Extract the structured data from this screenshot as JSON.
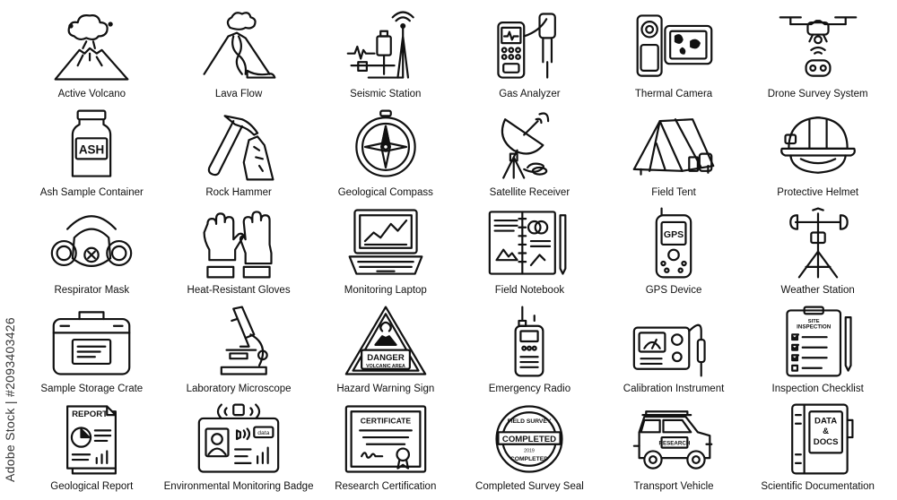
{
  "side_text": "Adobe Stock | #2093403426",
  "stroke_color": "#111111",
  "items": [
    {
      "label": "Active Volcano",
      "icon": "volcano-icon"
    },
    {
      "label": "Lava Flow",
      "icon": "lava-flow-icon"
    },
    {
      "label": "Seismic Station",
      "icon": "seismic-station-icon"
    },
    {
      "label": "Gas Analyzer",
      "icon": "gas-analyzer-icon"
    },
    {
      "label": "Thermal Camera",
      "icon": "thermal-camera-icon"
    },
    {
      "label": "Drone Survey System",
      "icon": "drone-icon"
    },
    {
      "label": "Ash Sample Container",
      "icon": "ash-jar-icon",
      "text": "ASH"
    },
    {
      "label": "Rock Hammer",
      "icon": "rock-hammer-icon"
    },
    {
      "label": "Geological Compass",
      "icon": "compass-icon"
    },
    {
      "label": "Satellite Receiver",
      "icon": "satellite-dish-icon"
    },
    {
      "label": "Field Tent",
      "icon": "tent-icon"
    },
    {
      "label": "Protective Helmet",
      "icon": "helmet-icon"
    },
    {
      "label": "Respirator Mask",
      "icon": "respirator-icon"
    },
    {
      "label": "Heat-Resistant Gloves",
      "icon": "gloves-icon"
    },
    {
      "label": "Monitoring Laptop",
      "icon": "laptop-icon"
    },
    {
      "label": "Field Notebook",
      "icon": "notebook-icon"
    },
    {
      "label": "GPS Device",
      "icon": "gps-icon",
      "text": "GPS"
    },
    {
      "label": "Weather Station",
      "icon": "weather-station-icon"
    },
    {
      "label": "Sample Storage Crate",
      "icon": "crate-icon"
    },
    {
      "label": "Laboratory Microscope",
      "icon": "microscope-icon"
    },
    {
      "label": "Hazard Warning Sign",
      "icon": "warning-sign-icon",
      "text": "DANGER",
      "subtext": "VOLCANIC AREA"
    },
    {
      "label": "Emergency Radio",
      "icon": "radio-icon"
    },
    {
      "label": "Calibration Instrument",
      "icon": "calibration-icon"
    },
    {
      "label": "Inspection Checklist",
      "icon": "checklist-icon",
      "text": "SITE",
      "subtext": "INSPECTION"
    },
    {
      "label": "Geological Report",
      "icon": "report-icon",
      "text": "REPORT"
    },
    {
      "label": "Environmental Monitoring Badge",
      "icon": "badge-icon",
      "text": "data"
    },
    {
      "label": "Research Certification",
      "icon": "certificate-icon",
      "text": "CERTIFICATE"
    },
    {
      "label": "Completed Survey Seal",
      "icon": "seal-icon",
      "text": "COMPLETED",
      "subtext": "FIELD SURVEY",
      "year": "2019"
    },
    {
      "label": "Transport Vehicle",
      "icon": "vehicle-icon",
      "text": "RESEARCH"
    },
    {
      "label": "Scientific Documentation",
      "icon": "binder-icon",
      "text": "DATA",
      "amp": "&",
      "subtext": "DOCS"
    }
  ]
}
